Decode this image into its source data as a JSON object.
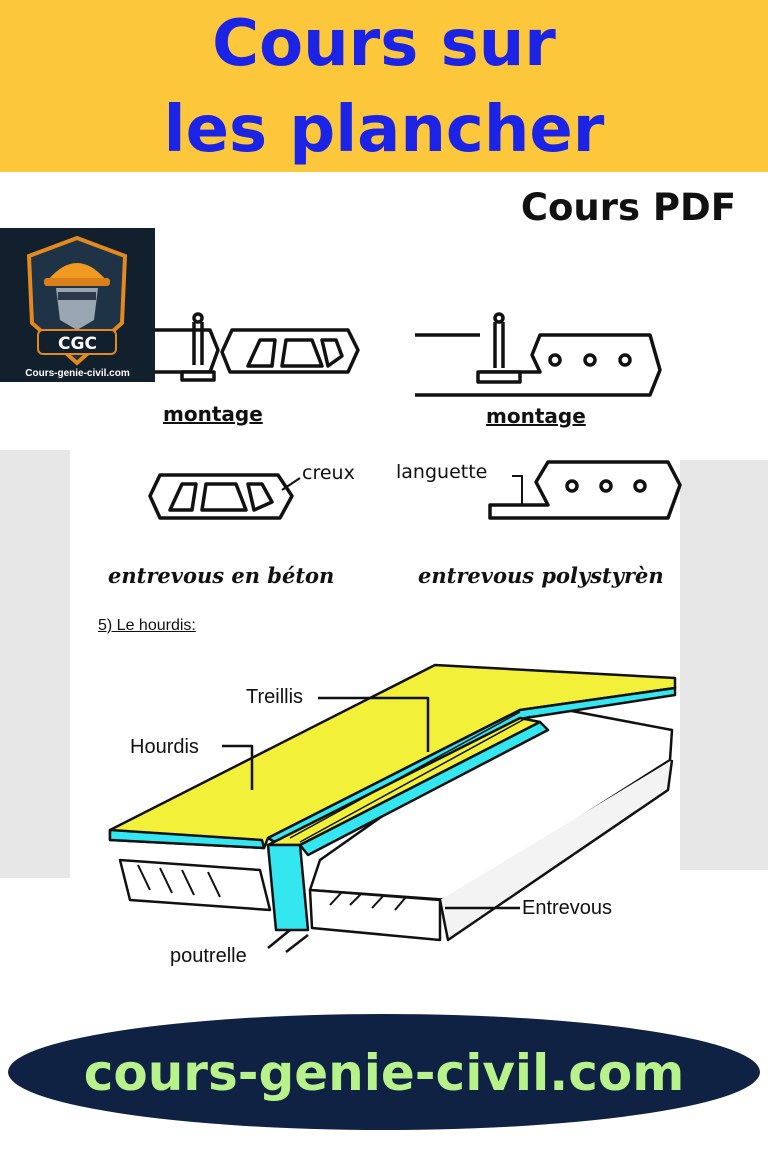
{
  "header": {
    "title_line1": "Cours sur",
    "title_line2": "les plancher",
    "subtitle": "Cours  PDF"
  },
  "logo": {
    "initials": "CGC",
    "caption": "Cours-genie-civil.com"
  },
  "diagram": {
    "label_montage_left": "montage",
    "label_montage_right": "montage",
    "label_creux": "creux",
    "label_languette": "languette",
    "caption_beton": "entrevous en béton",
    "caption_polystyrene": "entrevous polystyrèn",
    "section_heading": "5) Le hourdis:",
    "label_treillis": "Treillis",
    "label_hourdis": "Hourdis",
    "label_entrevous": "Entrevous",
    "label_poutrelle": "poutrelle"
  },
  "footer": {
    "site": "cours-genie-civil.com"
  },
  "colors": {
    "banner": "#fcc73a",
    "title": "#1b23e6",
    "slab": "#f3f03a",
    "beam": "#33e6f0",
    "footer_bg": "#0f2244",
    "footer_text": "#b7f28a"
  }
}
